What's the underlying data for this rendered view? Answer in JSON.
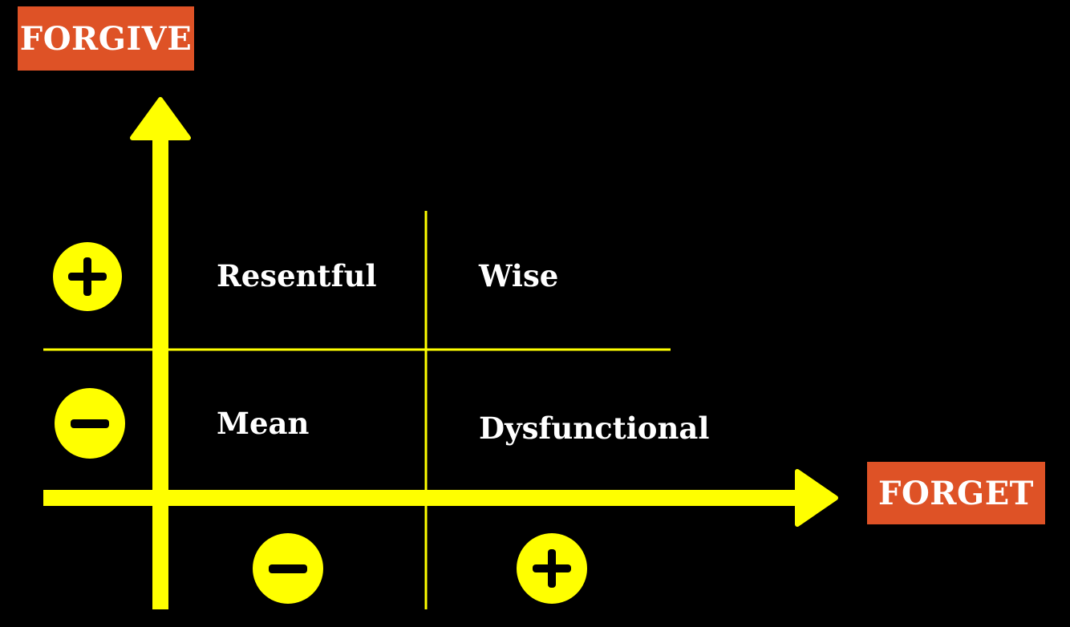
{
  "axes": {
    "y_label": "FORGIVE",
    "x_label": "FORGET"
  },
  "quadrants": {
    "top_left": "Resentful",
    "top_right": "Wise",
    "bottom_left": "Mean",
    "bottom_right": "Dysfunctional"
  },
  "signs": {
    "y_high": "plus",
    "y_low": "minus",
    "x_low": "minus",
    "x_high": "plus"
  },
  "colors": {
    "background": "#000000",
    "axis": "#ffff00",
    "label_box": "#de5226",
    "label_text": "#ffffff",
    "quadrant_text": "#ffffff",
    "sign_glyph": "#000000"
  }
}
